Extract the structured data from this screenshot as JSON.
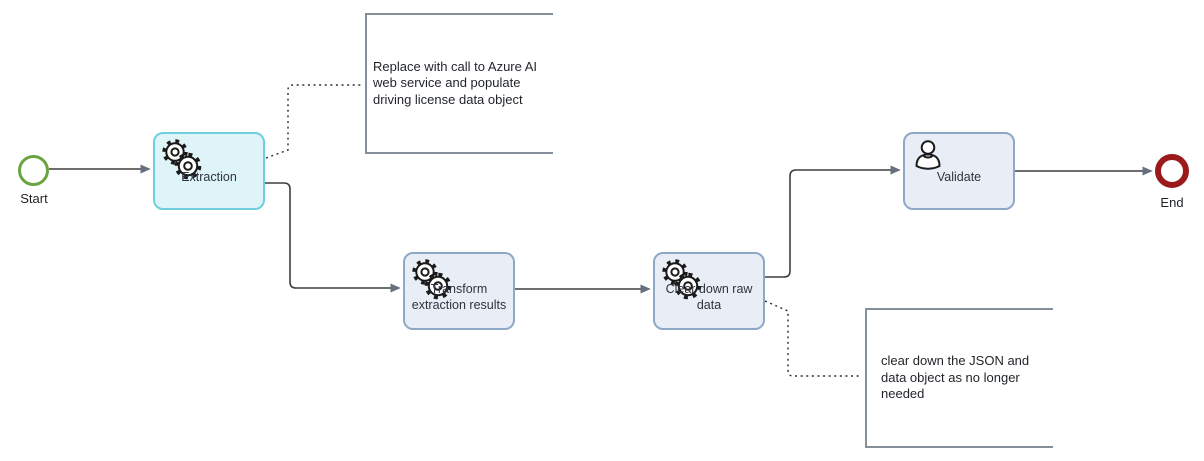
{
  "diagram": {
    "kind": "bpmn-process",
    "nodes": {
      "start_event": {
        "label": "Start",
        "type": "start-event"
      },
      "task_extraction": {
        "label": "Extraction",
        "type": "service-task",
        "highlighted": true
      },
      "task_transform": {
        "label": "Transform extraction results",
        "type": "service-task"
      },
      "task_cleardown": {
        "label": "Clear down raw data",
        "type": "service-task"
      },
      "task_validate": {
        "label": "Validate",
        "type": "user-task"
      },
      "end_event": {
        "label": "End",
        "type": "end-event"
      }
    },
    "annotations": {
      "azure_note": {
        "text": "Replace with call to Azure AI web service and populate driving license data object"
      },
      "cleanup_note": {
        "text": "clear down the JSON and data object as no longer needed"
      }
    },
    "flows": {
      "start_to_extraction": "Start → Extraction",
      "extraction_to_transform": "Extraction → Transform extraction results",
      "transform_to_cleardown": "Transform extraction results → Clear down raw data",
      "cleardown_to_validate": "Clear down raw data → Validate",
      "validate_to_end": "Validate → End",
      "extraction_to_azure_note": "Extraction ··· annotation",
      "cleardown_to_cleanup_note": "Clear down raw data ··· annotation"
    },
    "colors": {
      "start_event_stroke": "#6aa33f",
      "end_event_stroke": "#9b1a1b",
      "highlight_task_fill": "#def4f9",
      "highlight_task_stroke": "#6fcfe0",
      "task_fill": "#e9eef6",
      "task_stroke": "#8ea9c6",
      "annotation_stroke": "#848f99",
      "flow_stroke": "#3f3f3f",
      "arrowhead_fill": "#66707e",
      "icon_stroke": "#1a1a1a"
    }
  }
}
